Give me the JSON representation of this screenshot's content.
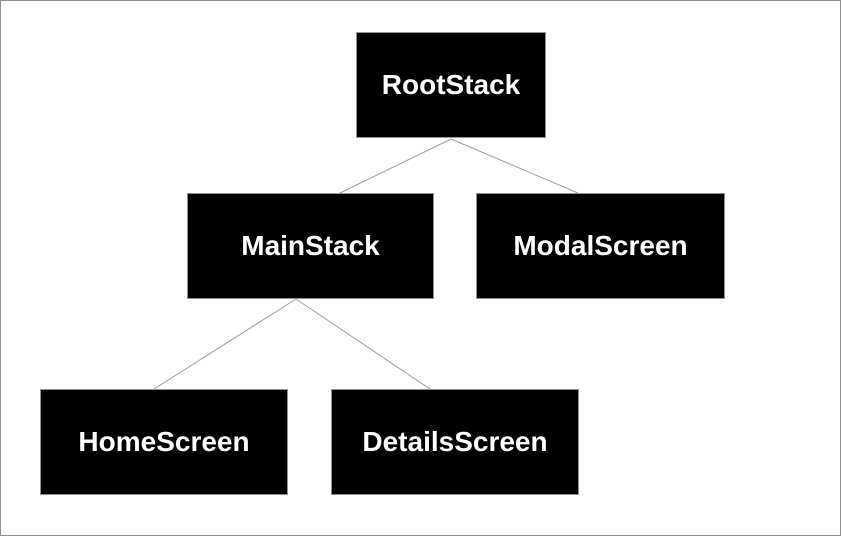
{
  "diagram": {
    "type": "tree",
    "nodes": {
      "rootstack": {
        "label": "RootStack"
      },
      "mainstack": {
        "label": "MainStack"
      },
      "modalscreen": {
        "label": "ModalScreen"
      },
      "homescreen": {
        "label": "HomeScreen"
      },
      "detailsscreen": {
        "label": "DetailsScreen"
      }
    },
    "edges": [
      {
        "from": "RootStack",
        "to": "MainStack"
      },
      {
        "from": "RootStack",
        "to": "ModalScreen"
      },
      {
        "from": "MainStack",
        "to": "HomeScreen"
      },
      {
        "from": "MainStack",
        "to": "DetailsScreen"
      }
    ],
    "colors": {
      "node_fill": "#000000",
      "node_text": "#ffffff",
      "node_border": "#919191",
      "edge_line": "#9e9e9e",
      "background": "#ffffff",
      "frame_border": "#8f8f8f"
    }
  }
}
